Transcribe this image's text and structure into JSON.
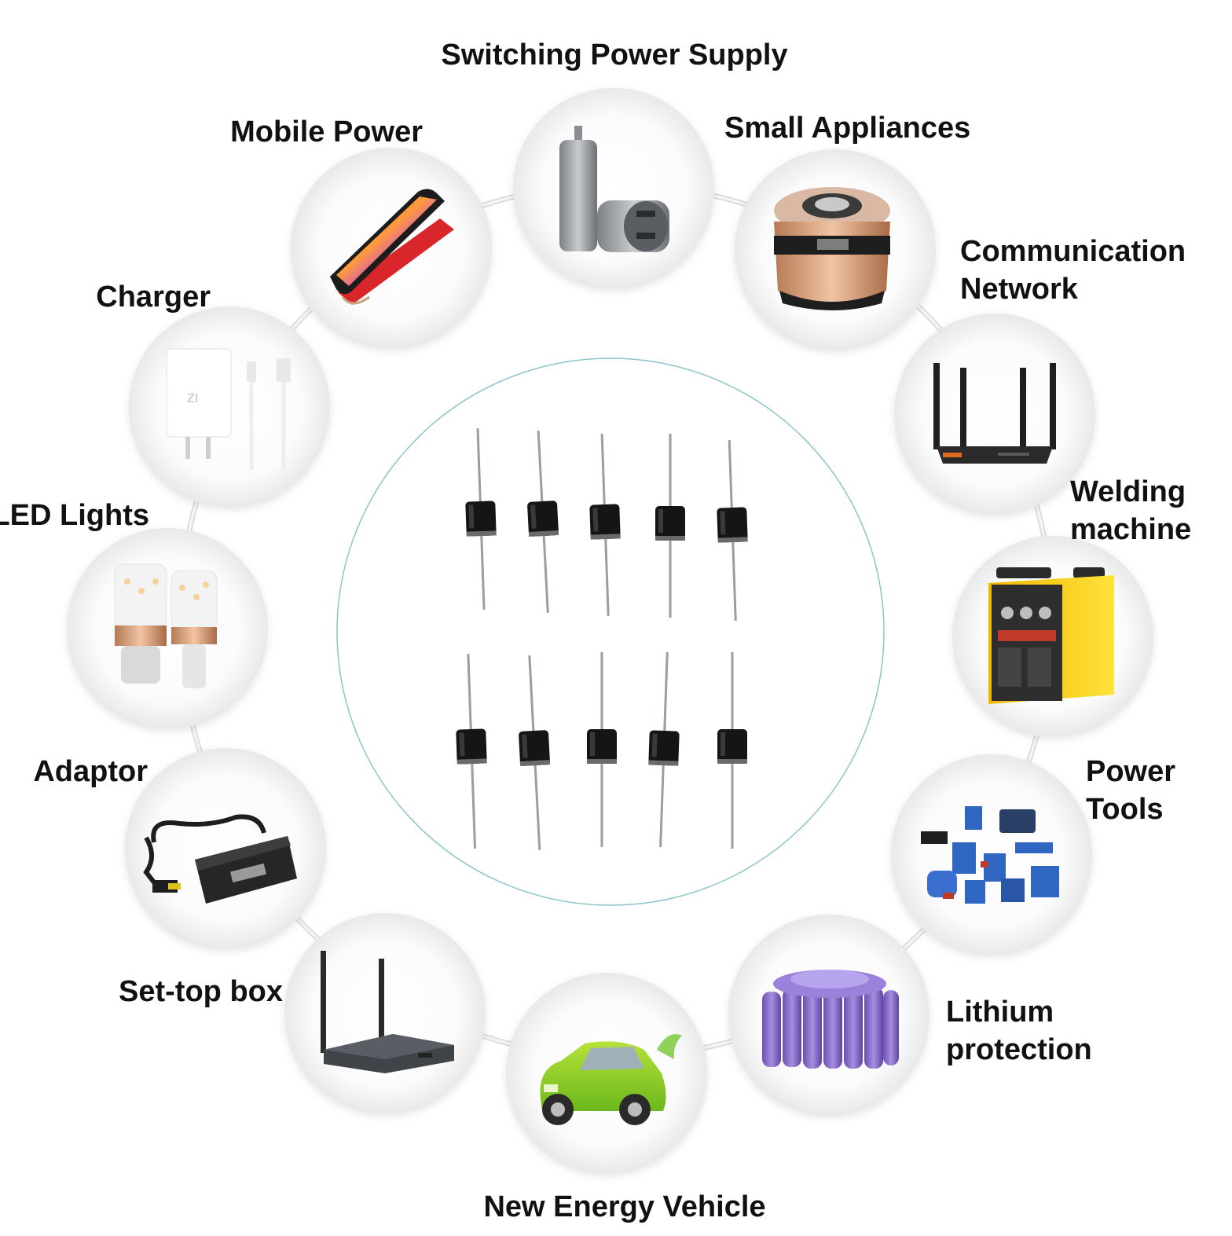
{
  "applications": [
    {
      "id": "switching",
      "label_lines": [
        "Switching Power Supply"
      ],
      "icon": "car-charger-icon"
    },
    {
      "id": "small-appliances",
      "label_lines": [
        "Small Appliances"
      ],
      "icon": "rice-cooker-icon"
    },
    {
      "id": "communication",
      "label_lines": [
        "Communication",
        "Network"
      ],
      "icon": "router-icon"
    },
    {
      "id": "welding",
      "label_lines": [
        "Welding",
        "machine"
      ],
      "icon": "welding-machine-icon"
    },
    {
      "id": "power-tools",
      "label_lines": [
        "Power",
        "Tools"
      ],
      "icon": "power-tools-icon"
    },
    {
      "id": "lithium",
      "label_lines": [
        "Lithium",
        "protection"
      ],
      "icon": "battery-pack-icon"
    },
    {
      "id": "nev",
      "label_lines": [
        "New Energy Vehicle"
      ],
      "icon": "electric-car-icon"
    },
    {
      "id": "settop",
      "label_lines": [
        "Set-top box"
      ],
      "icon": "set-top-box-icon"
    },
    {
      "id": "adaptor",
      "label_lines": [
        "Adaptor"
      ],
      "icon": "laptop-adapter-icon"
    },
    {
      "id": "led",
      "label_lines": [
        "LED Lights"
      ],
      "icon": "led-bulb-icon"
    },
    {
      "id": "charger",
      "label_lines": [
        "Charger"
      ],
      "icon": "phone-charger-icon"
    },
    {
      "id": "mobile-power",
      "label_lines": [
        "Mobile Power"
      ],
      "icon": "power-bank-icon"
    }
  ],
  "center": {
    "icon": "axial-diode-icon",
    "count": 10
  },
  "colors": {
    "ring": "#dddddd",
    "center_border": "#8cc4cc",
    "text": "#111111"
  }
}
